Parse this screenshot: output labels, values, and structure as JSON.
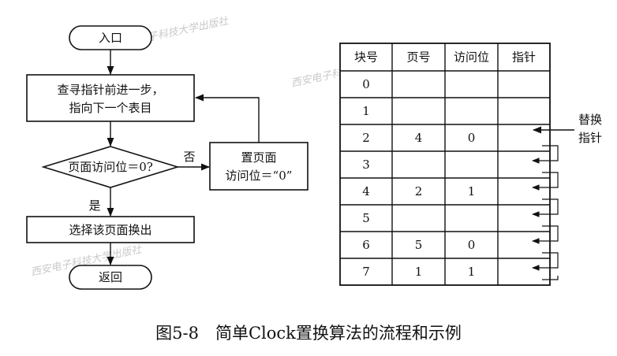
{
  "flowchart": {
    "start_label": "入口",
    "step1_line1": "查寻指针前进一步，",
    "step1_line2": "指向下一个表目",
    "decision_label": "页面访问位＝0?",
    "no_label": "否",
    "yes_label": "是",
    "reset_line1": "置页面",
    "reset_line2": "访问位＝“0”",
    "replace_label": "选择该页面换出",
    "end_label": "返回"
  },
  "table": {
    "headers": [
      "块号",
      "页号",
      "访问位",
      "指针"
    ],
    "rows": [
      [
        "0",
        "",
        "",
        ""
      ],
      [
        "1",
        "",
        "",
        ""
      ],
      [
        "2",
        "4",
        "0",
        ""
      ],
      [
        "3",
        "",
        "",
        ""
      ],
      [
        "4",
        "2",
        "1",
        ""
      ],
      [
        "5",
        "",
        "",
        ""
      ],
      [
        "6",
        "5",
        "0",
        ""
      ],
      [
        "7",
        "1",
        "1",
        ""
      ]
    ],
    "pointer_label_line1": "替换",
    "pointer_label_line2": "指针"
  },
  "caption": "图5-8　简单Clock置换算法的流程和示例",
  "watermark": "西安电子科技大学出版社"
}
